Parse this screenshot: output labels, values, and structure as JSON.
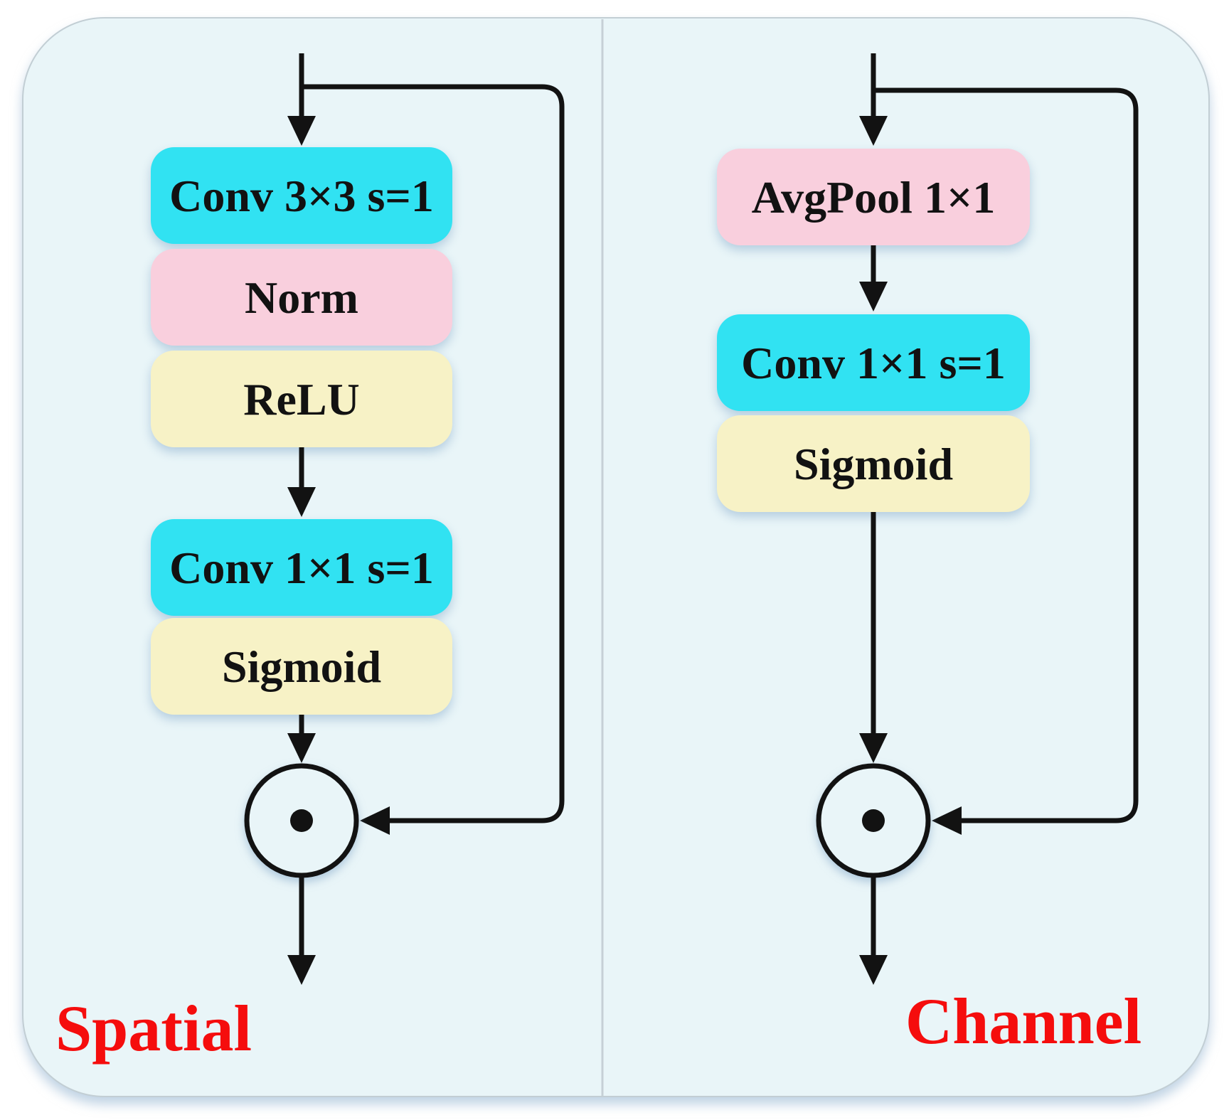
{
  "figure": {
    "description_left_label": "Spatial",
    "description_right_label": "Channel"
  },
  "colors": {
    "panel_bg": "#e9f5f8",
    "conv_cyan": "#31e2f2",
    "pool_pink": "#f9cfdd",
    "act_yellow": "#f7f2c6",
    "label_red": "#f50d0d",
    "line_black": "#121212",
    "divider_grey": "#c6d0d6",
    "border_grey": "#c2ced4"
  },
  "panels": [
    {
      "label": "Spatial",
      "boxes": [
        {
          "label": "Conv 3×3 s=1"
        },
        {
          "label": "Norm"
        },
        {
          "label": "ReLU"
        },
        {
          "label": "Conv 1×1 s=1"
        },
        {
          "label": "Sigmoid"
        }
      ]
    },
    {
      "label": "Channel",
      "boxes": [
        {
          "label": "AvgPool 1×1"
        },
        {
          "label": "Conv 1×1 s=1"
        },
        {
          "label": "Sigmoid"
        }
      ]
    }
  ]
}
